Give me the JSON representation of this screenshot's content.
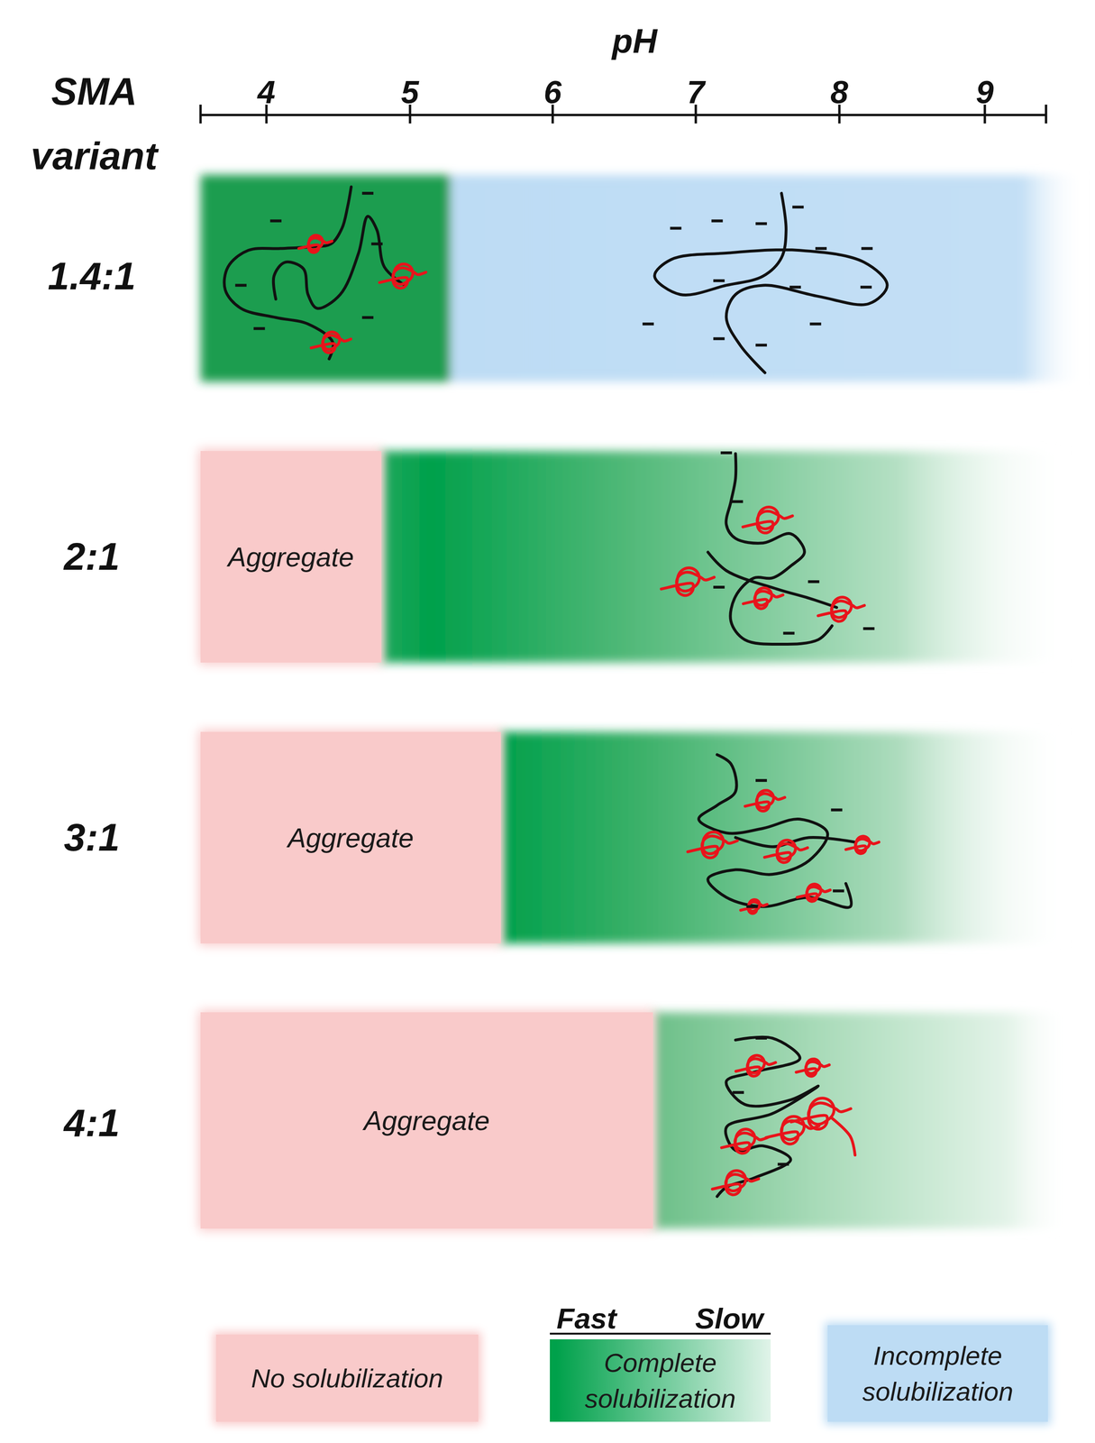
{
  "diagram": {
    "nodes": [
      {
        "text": [
          "Aggregate"
        ]
      },
      {
        "text": [
          "Aggregate"
        ]
      },
      {
        "text": [
          "Aggregate"
        ]
      }
    ],
    "labels": [
      "pH",
      "SMA variant",
      "4",
      "5",
      "6",
      "7",
      "8",
      "9",
      "1.4:1",
      "2:1",
      "3:1",
      "4:1",
      "Fast",
      "Slow"
    ],
    "legend": [
      {
        "text": "No solubilization",
        "color": "#f9caca"
      },
      {
        "text": "Complete solubilization",
        "color": "#00a14b"
      },
      {
        "text": "Incomplete solubilization",
        "color": "#bddcf4"
      }
    ]
  }
}
